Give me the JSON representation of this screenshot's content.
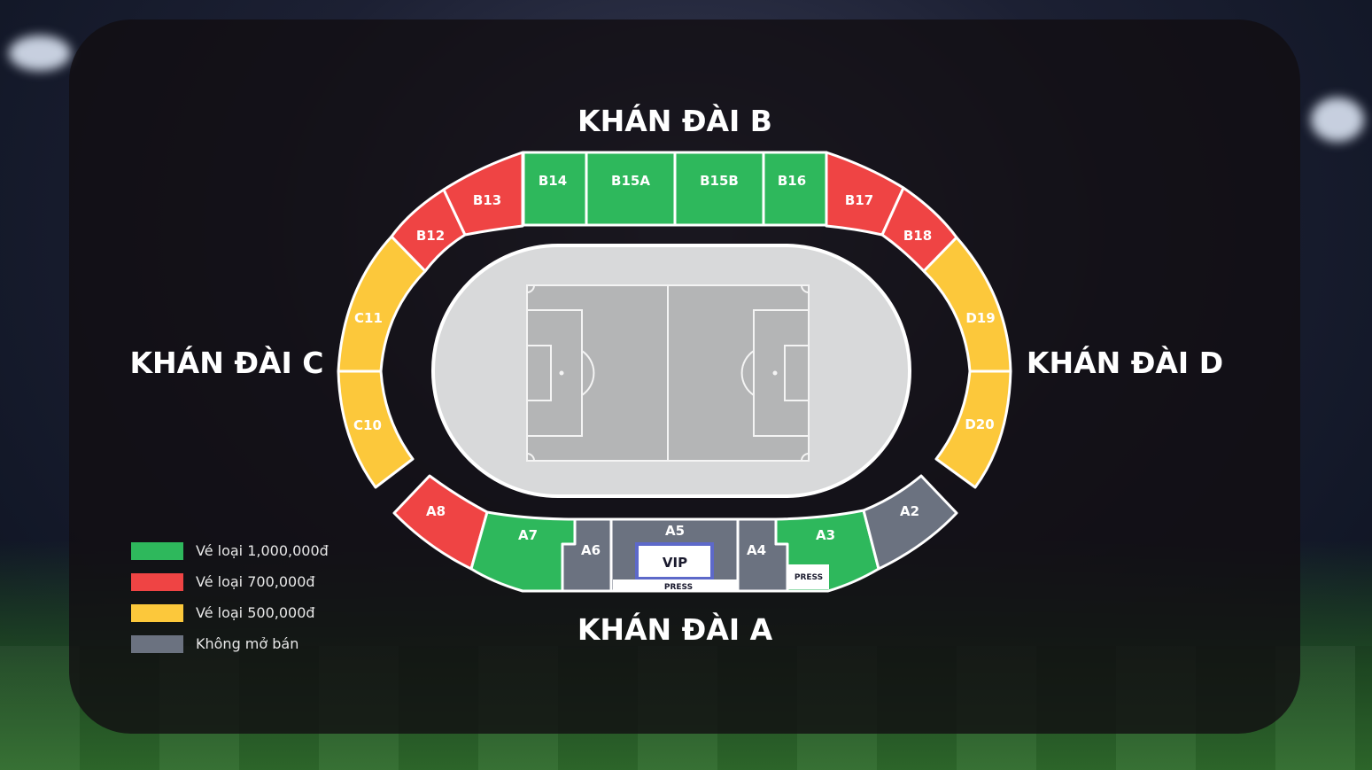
{
  "colors": {
    "green": "#2eb85c",
    "red": "#ef4444",
    "yellow": "#fcc83b",
    "gray": "#6b7280"
  },
  "stands": {
    "b": "KHÁN ĐÀI B",
    "c": "KHÁN ĐÀI C",
    "d": "KHÁN ĐÀI D",
    "a": "KHÁN ĐÀI A"
  },
  "sections": {
    "B12": "B12",
    "B13": "B13",
    "B14": "B14",
    "B15A": "B15A",
    "B15B": "B15B",
    "B16": "B16",
    "B17": "B17",
    "B18": "B18",
    "C11": "C11",
    "C10": "C10",
    "D19": "D19",
    "D20": "D20",
    "A8": "A8",
    "A7": "A7",
    "A6": "A6",
    "A5": "A5",
    "A4": "A4",
    "A3": "A3",
    "A2": "A2"
  },
  "section_status": {
    "B12": "red",
    "B13": "red",
    "B14": "green",
    "B15A": "green",
    "B15B": "green",
    "B16": "green",
    "B17": "red",
    "B18": "red",
    "C11": "yellow",
    "C10": "yellow",
    "D19": "yellow",
    "D20": "yellow",
    "A8": "red",
    "A7": "green",
    "A6": "gray",
    "A5": "gray",
    "A4": "gray",
    "A3": "green",
    "A2": "gray"
  },
  "vip_label": "VIP",
  "press_label": "PRESS",
  "legend": [
    {
      "color": "green",
      "label": "Vé loại 1,000,000đ"
    },
    {
      "color": "red",
      "label": "Vé loại 700,000đ"
    },
    {
      "color": "yellow",
      "label": "Vé loại 500,000đ"
    },
    {
      "color": "gray",
      "label": "Không mở bán"
    }
  ]
}
